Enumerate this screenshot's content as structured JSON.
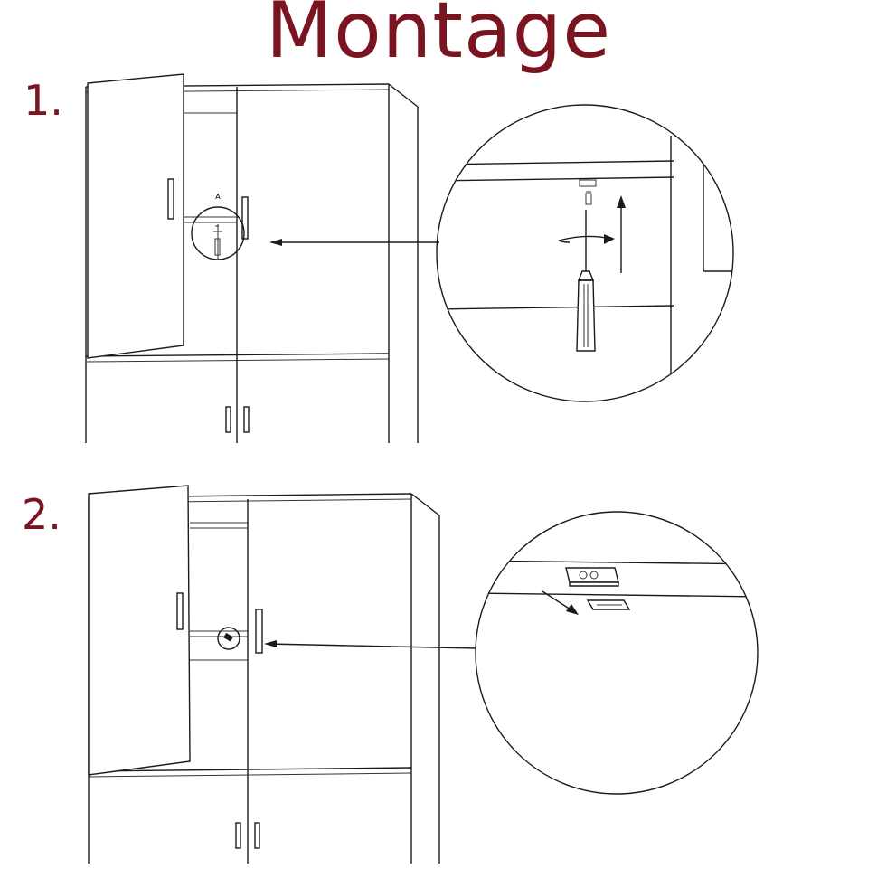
{
  "title": "Montage",
  "colors": {
    "accent": "#7a1420",
    "line": "#1a1a1a"
  },
  "steps": [
    {
      "number": "1.",
      "detail_label": "A"
    },
    {
      "number": "2."
    }
  ]
}
